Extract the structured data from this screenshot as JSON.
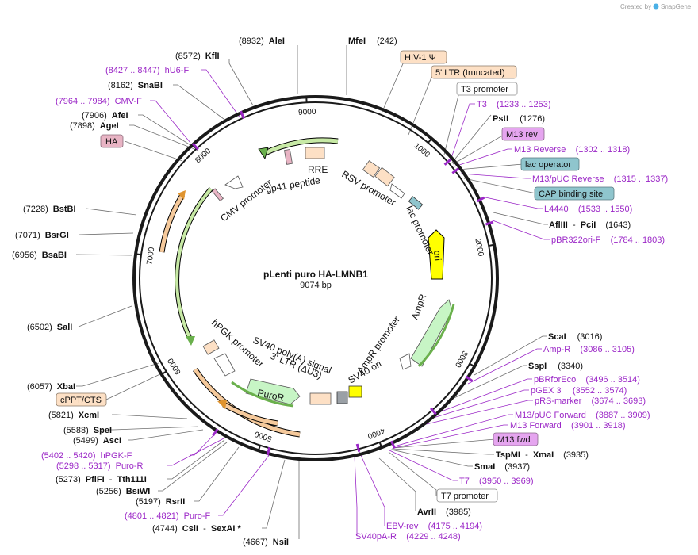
{
  "credit": {
    "prefix": "Created by",
    "brand": "SnapGene"
  },
  "plasmid": {
    "name": "pLenti puro HA-LMNB1",
    "size_label": "9074 bp",
    "length": 9074
  },
  "ticks": [
    {
      "bp": 1000,
      "label": "1000"
    },
    {
      "bp": 2000,
      "label": "2000"
    },
    {
      "bp": 3000,
      "label": "3000"
    },
    {
      "bp": 4000,
      "label": "4000"
    },
    {
      "bp": 5000,
      "label": "5000"
    },
    {
      "bp": 6000,
      "label": "6000"
    },
    {
      "bp": 7000,
      "label": "7000"
    },
    {
      "bp": 8000,
      "label": "8000"
    },
    {
      "bp": 9000,
      "label": "9000"
    }
  ],
  "features": [
    {
      "id": "hiv1-psi",
      "label": "HIV-1 Ψ",
      "color": "#fde0c5"
    },
    {
      "id": "ltr-5",
      "label": "5' LTR (truncated)",
      "color": "#fde0c5"
    },
    {
      "id": "t3-promoter",
      "label": "T3 promoter",
      "color": "#ffffff"
    },
    {
      "id": "m13-rev",
      "label": "M13 rev",
      "color": "#e5a5ef"
    },
    {
      "id": "lac-operator",
      "label": "lac operator",
      "color": "#8fc5cd"
    },
    {
      "id": "cap-site",
      "label": "CAP binding site",
      "color": "#8fc5cd"
    },
    {
      "id": "ha",
      "label": "HA",
      "color": "#e8b4c4"
    },
    {
      "id": "cppt",
      "label": "cPPT/CTS",
      "color": "#fde0c5"
    },
    {
      "id": "m13-fwd",
      "label": "M13 fwd",
      "color": "#e5a5ef"
    },
    {
      "id": "t7-promoter",
      "label": "T7 promoter",
      "color": "#ffffff"
    }
  ],
  "inner_features": [
    {
      "id": "rre",
      "label": "RRE"
    },
    {
      "id": "gp41",
      "label": "gp41 peptide"
    },
    {
      "id": "rsv",
      "label": "RSV promoter"
    },
    {
      "id": "cmv",
      "label": "CMV promoter"
    },
    {
      "id": "lac-promoter",
      "label": "lac promoter"
    },
    {
      "id": "ori",
      "label": "ori"
    },
    {
      "id": "ampr",
      "label": "AmpR"
    },
    {
      "id": "ampr-promoter",
      "label": "AmpR promoter"
    },
    {
      "id": "sv40-ori",
      "label": "SV40 ori"
    },
    {
      "id": "ltr-3",
      "label": "3' LTR (ΔU3)"
    },
    {
      "id": "sv40-polya",
      "label": "SV40 poly(A) signal"
    },
    {
      "id": "puror",
      "label": "PuroR"
    },
    {
      "id": "hpgk",
      "label": "hPGK promoter"
    }
  ],
  "sites": [
    {
      "id": "alei",
      "pos": "(8932)",
      "name": "AleI"
    },
    {
      "id": "mfei",
      "pos": "(242)",
      "name": "MfeI"
    },
    {
      "id": "kfli",
      "pos": "(8572)",
      "name": "KflI"
    },
    {
      "id": "snabi",
      "pos": "(8162)",
      "name": "SnaBI"
    },
    {
      "id": "afei",
      "pos": "(7906)",
      "name": "AfeI"
    },
    {
      "id": "agei",
      "pos": "(7898)",
      "name": "AgeI"
    },
    {
      "id": "psti",
      "pos": "(1276)",
      "name": "PstI"
    },
    {
      "id": "bstbi",
      "pos": "(7228)",
      "name": "BstBI"
    },
    {
      "id": "bsrgi",
      "pos": "(7071)",
      "name": "BsrGI"
    },
    {
      "id": "bsabi",
      "pos": "(6956)",
      "name": "BsaBI"
    },
    {
      "id": "afliii",
      "pos": "(1643)",
      "name": "AflIII",
      "sep": "  -  ",
      "name2": "PciI"
    },
    {
      "id": "sali",
      "pos": "(6502)",
      "name": "SalI"
    },
    {
      "id": "scai",
      "pos": "(3016)",
      "name": "ScaI"
    },
    {
      "id": "sspi",
      "pos": "(3340)",
      "name": "SspI"
    },
    {
      "id": "xbai",
      "pos": "(6057)",
      "name": "XbaI"
    },
    {
      "id": "xcmi",
      "pos": "(5821)",
      "name": "XcmI"
    },
    {
      "id": "spei",
      "pos": "(5588)",
      "name": "SpeI"
    },
    {
      "id": "asci",
      "pos": "(5499)",
      "name": "AscI"
    },
    {
      "id": "tspmi",
      "pos": "(3935)",
      "name": "TspMI",
      "sep": "  -  ",
      "name2": "XmaI"
    },
    {
      "id": "smai",
      "pos": "(3937)",
      "name": "SmaI"
    },
    {
      "id": "pflfi",
      "pos": "(5273)",
      "name": "PflFI",
      "sep": "  -  ",
      "name2": "Tth111I"
    },
    {
      "id": "bsiwi",
      "pos": "(5256)",
      "name": "BsiWI"
    },
    {
      "id": "rsrii",
      "pos": "(5197)",
      "name": "RsrII"
    },
    {
      "id": "avrii",
      "pos": "(3985)",
      "name": "AvrII"
    },
    {
      "id": "csii",
      "pos": "(4744)",
      "name": "CsiI",
      "sep": "  -  ",
      "name2": "SexAI *"
    },
    {
      "id": "nsii",
      "pos": "(4667)",
      "name": "NsiI"
    }
  ],
  "primers": [
    {
      "id": "hu6-f",
      "text": "(8427 .. 8447)  hU6-F"
    },
    {
      "id": "cmv-f",
      "text": "(7964 .. 7984)  CMV-F"
    },
    {
      "id": "t3",
      "text": "T3    (1233 .. 1253)"
    },
    {
      "id": "m13-reverse",
      "text": "M13 Reverse    (1302 .. 1318)"
    },
    {
      "id": "m13-puc-reverse",
      "text": "M13/pUC Reverse    (1315 .. 1337)"
    },
    {
      "id": "l4440",
      "text": "L4440    (1533 .. 1550)"
    },
    {
      "id": "pbr322ori-f",
      "text": "pBR322ori-F    (1784 .. 1803)"
    },
    {
      "id": "amp-r",
      "text": "Amp-R    (3086 .. 3105)"
    },
    {
      "id": "pbrforeco",
      "text": "pBRforEco    (3496 .. 3514)"
    },
    {
      "id": "pgex3",
      "text": "pGEX 3'    (3552 .. 3574)"
    },
    {
      "id": "prs-marker",
      "text": "pRS-marker    (3674 .. 3693)"
    },
    {
      "id": "m13-puc-forward",
      "text": "M13/pUC Forward    (3887 .. 3909)"
    },
    {
      "id": "m13-forward",
      "text": "M13 Forward    (3901 .. 3918)"
    },
    {
      "id": "t7",
      "text": "T7    (3950 .. 3969)"
    },
    {
      "id": "hpgk-f",
      "text": "(5402 .. 5420)  hPGK-F"
    },
    {
      "id": "puro-r",
      "text": "(5298 .. 5317)  Puro-R"
    },
    {
      "id": "puro-f",
      "text": "(4801 .. 4821)  Puro-F"
    },
    {
      "id": "ebv-rev",
      "text": "EBV-rev    (4175 .. 4194)"
    },
    {
      "id": "sv40pa-r",
      "text": "SV40pA-R    (4229 .. 4248)"
    }
  ]
}
